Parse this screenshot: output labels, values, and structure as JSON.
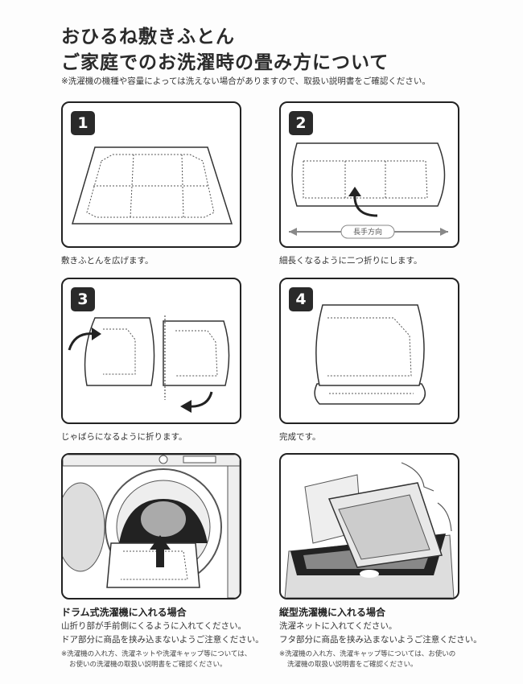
{
  "header": {
    "title_line1": "おひるね敷きふとん",
    "title_line2": "ご家庭でのお洗濯時の畳み方について",
    "note": "※洗濯機の機種や容量によっては洗えない場合がありますので、取扱い説明書をご確認ください。"
  },
  "steps": [
    {
      "number": "1",
      "caption": "敷きふとんを広げます。"
    },
    {
      "number": "2",
      "caption": "細長くなるように二つ折りにします。",
      "arrow_label": "長手方向"
    },
    {
      "number": "3",
      "caption": "じゃばらになるように折ります。"
    },
    {
      "number": "4",
      "caption": "完成です。"
    }
  ],
  "drum": {
    "heading": "ドラム式洗濯機に入れる場合",
    "line1": "山折り部が手前側にくるように入れてください。",
    "line2": "ドア部分に商品を挟み込まないようご注意ください。",
    "note1": "※洗濯機の入れ方、洗濯ネットや洗濯キャップ等については、",
    "note2": "お使いの洗濯機の取扱い説明書をご確認ください。"
  },
  "vertical": {
    "heading": "縦型洗濯機に入れる場合",
    "line1": "洗濯ネットに入れてください。",
    "line2": "フタ部分に商品を挟み込まないようご注意ください。",
    "note1": "※洗濯機の入れ方、洗濯キャップ等については、お使いの",
    "note2": "洗濯機の取扱い説明書をご確認ください。"
  }
}
